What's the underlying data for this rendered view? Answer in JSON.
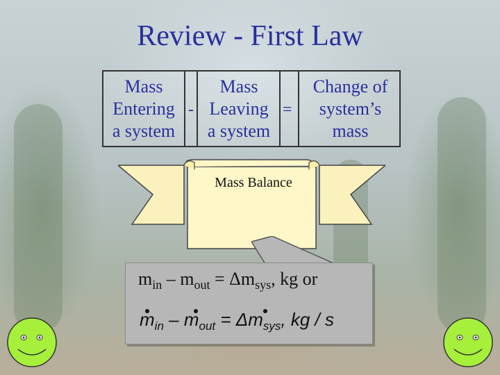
{
  "title": "Review - First Law",
  "table": {
    "entering": [
      "Mass",
      "Entering",
      "a system"
    ],
    "op_minus": "-",
    "leaving": [
      "Mass",
      "Leaving",
      "a system"
    ],
    "op_equals": "=",
    "change": [
      "Change of",
      "system’s",
      "mass"
    ]
  },
  "scroll": {
    "label": "Mass Balance"
  },
  "equation": {
    "line1": {
      "m1": "m",
      "in": "in",
      "minus": " – ",
      "m2": "m",
      "out": "out",
      "eq": " = ",
      "delta": "Δm",
      "sys": "sys",
      "tail": ", kg or"
    },
    "line2": {
      "m1": "m",
      "in": "in",
      "minus": " – ",
      "m2": "m",
      "out": "out",
      "eq": "  = ",
      "delta": "Δm",
      "sys": "sys",
      "tail": ", kg / s"
    }
  },
  "colors": {
    "title": "#2a2f9c",
    "smiley": "#a6f03c",
    "equation_box": "#b7b7b7"
  },
  "icons": [
    "smiley-face-icon",
    "smiley-face-icon"
  ]
}
